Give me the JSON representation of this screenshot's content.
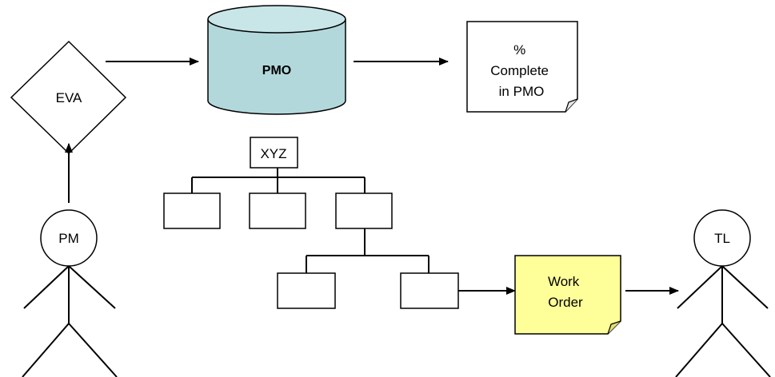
{
  "nodes": {
    "eva": "EVA",
    "pmo": "PMO",
    "percent_complete": [
      "%",
      "Complete",
      "in PMO"
    ],
    "xyz": "XYZ",
    "work_order": [
      "Work",
      "Order"
    ],
    "pm": "PM",
    "tl": "TL"
  },
  "colors": {
    "database_fill": "#b3d8dc",
    "database_top": "#c8e6e8",
    "work_order_fill": "#ffff99",
    "note_fill": "#ffffff",
    "stroke": "#000000"
  }
}
